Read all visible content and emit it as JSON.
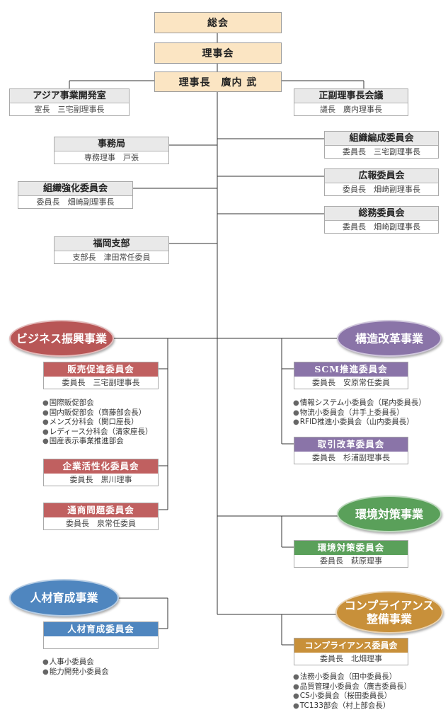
{
  "top": {
    "general_meeting": "総会",
    "board": "理事会",
    "chairman": "理事長　廣内 武"
  },
  "staff": {
    "asia": {
      "title": "アジア事業開発室",
      "sub": "室長　三宅副理事長"
    },
    "vice_meeting": {
      "title": "正副理事長会議",
      "sub": "議長　廣内理事長"
    },
    "secretariat": {
      "title": "事務局",
      "sub": "専務理事　戸張"
    },
    "org_reform": {
      "title": "組織編成委員会",
      "sub": "委員長　三宅副理事長"
    },
    "pr": {
      "title": "広報委員会",
      "sub": "委員長　畑崎副理事長"
    },
    "org_strength": {
      "title": "組織強化委員会",
      "sub": "委員長　畑崎副理事長"
    },
    "general_affairs": {
      "title": "総務委員会",
      "sub": "委員長　畑崎副理事長"
    },
    "fukuoka": {
      "title": "福岡支部",
      "sub": "支部長　津田常任委員"
    }
  },
  "divisions": {
    "business": {
      "label": "ビジネス振興事業",
      "committees": [
        {
          "title": "販売促進委員会",
          "sub": "委員長　三宅副理事長"
        },
        {
          "title": "企業活性化委員会",
          "sub": "委員長　黒川理事"
        },
        {
          "title": "通商問題委員会",
          "sub": "委員長　泉常任委員"
        }
      ],
      "subs": [
        "国際販促部会",
        "国内販促部会（齊藤部会長）",
        "メンズ分科会（関口座長）",
        "レディース分科会（清家座長）",
        "国産表示事業推進部会"
      ]
    },
    "structure": {
      "label": "構造改革事業",
      "committees": [
        {
          "title": "SCM推進委員会",
          "sub": "委員長　安原常任委員"
        },
        {
          "title": "取引改革委員会",
          "sub": "委員長　杉浦副理事長"
        }
      ],
      "subs": [
        "情報システム小委員会（尾内委員長）",
        "物流小委員会（井手上委員長）",
        "RFID推進小委員会（山内委員長）"
      ]
    },
    "environment": {
      "label": "環境対策事業",
      "committees": [
        {
          "title": "環境対策委員会",
          "sub": "委員長　萩原理事"
        }
      ]
    },
    "hr": {
      "label": "人材育成事業",
      "committees": [
        {
          "title": "人材育成委員会",
          "sub": ""
        }
      ],
      "subs": [
        "人事小委員会",
        "能力開発小委員会"
      ]
    },
    "compliance": {
      "label_line1": "コンプライアンス",
      "label_line2": "整備事業",
      "committees": [
        {
          "title": "コンプライアンス委員会",
          "sub": "委員長　北畑理事"
        }
      ],
      "subs": [
        "法務小委員会（田中委員長）",
        "品質管理小委員会（廣吉委員長）",
        "CS小委員会（桜田委員長）",
        "TC133部会（村上部会長）"
      ]
    }
  },
  "colors": {
    "top_fill": "#fbe5c3",
    "business": "#c06060",
    "structure": "#8a74a8",
    "environment": "#5aa05a",
    "hr": "#4f86bf",
    "compliance": "#c8903a",
    "line": "#333333"
  }
}
